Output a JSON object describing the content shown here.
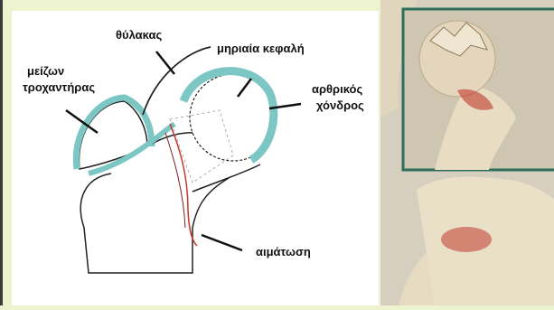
{
  "labels": {
    "pouch": "θύλακας",
    "greater_trochanter_line1": "μείζων",
    "greater_trochanter_line2": "τροχαντήρας",
    "femoral_head": "μηριαία κεφαλή",
    "articular_cartilage_line1": "αρθρικός",
    "articular_cartilage_line2": "χόνδρος",
    "hematoma": "αιμάτωση"
  },
  "colors": {
    "background": "#eef3cf",
    "cartilage": "#7cc7c4",
    "inset_border": "#2f6e5a",
    "bone": "#e8dcc3",
    "blood": "#c0392b"
  }
}
